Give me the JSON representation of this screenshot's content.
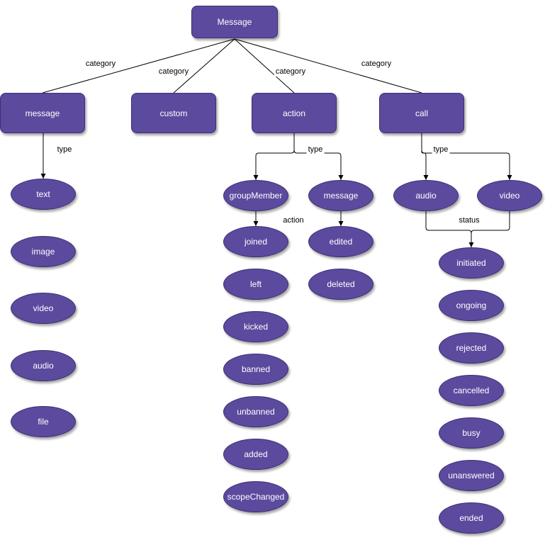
{
  "diagram": {
    "root_label": "Message",
    "categories": [
      "message",
      "custom",
      "action",
      "call"
    ],
    "edge_labels": {
      "category": "category",
      "type": "type",
      "action": "action",
      "status": "status"
    },
    "message_types": [
      "text",
      "image",
      "video",
      "audio",
      "file"
    ],
    "action_children": [
      "groupMember",
      "message"
    ],
    "group_member_actions": [
      "joined",
      "left",
      "kicked",
      "banned",
      "unbanned",
      "added",
      "scopeChanged"
    ],
    "message_actions": [
      "edited",
      "deleted"
    ],
    "call_types": [
      "audio",
      "video"
    ],
    "call_statuses": [
      "initiated",
      "ongoing",
      "rejected",
      "cancelled",
      "busy",
      "unanswered",
      "ended"
    ],
    "colors": {
      "node_fill": "#5C4A9E",
      "node_stroke": "#3D2F73",
      "node_text": "#ffffff",
      "edge": "#000000"
    }
  }
}
